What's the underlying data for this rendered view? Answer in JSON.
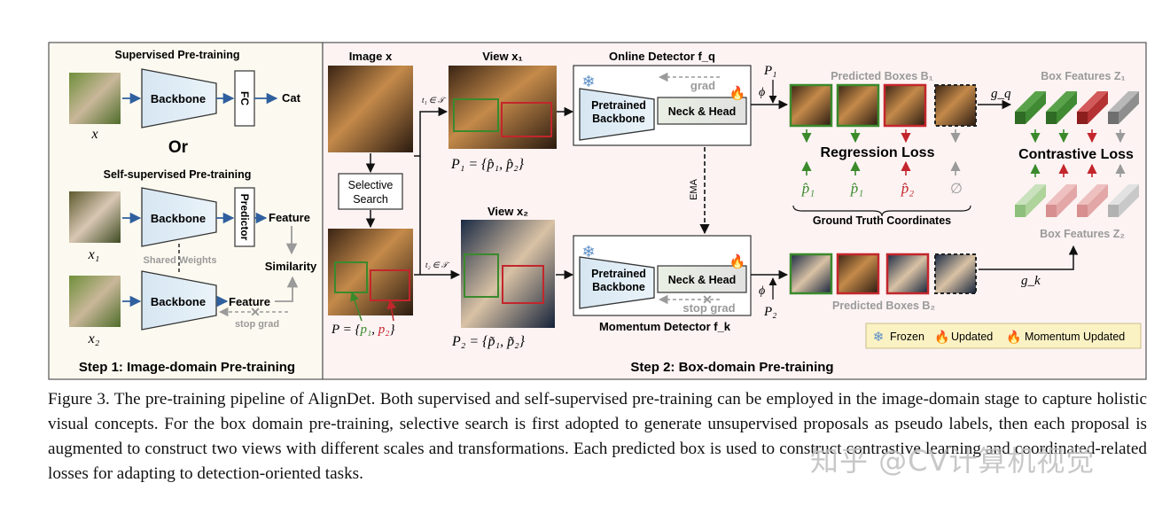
{
  "step1": {
    "title": "Step 1:  Image-domain Pre-training",
    "supervised_title": "Supervised Pre-training",
    "self_supervised_title": "Self-supervised Pre-training",
    "or": "Or",
    "backbone": "Backbone",
    "fc": "FC",
    "cat": "Cat",
    "predictor": "Predictor",
    "feature": "Feature",
    "similarity": "Similarity",
    "shared_weights": "Shared Weights",
    "stop_grad": "stop grad",
    "x": "x",
    "x1": "x₁",
    "x2": "x₂"
  },
  "step2": {
    "title": "Step 2:  Box-domain Pre-training",
    "image_label": "Image x",
    "selective_search": [
      "Selective",
      "Search"
    ],
    "proposals": "P = {p₁, p₂}",
    "p_prefix": "P = {",
    "p1": "p₁",
    "p2": "p₂",
    "view1": "View x₁",
    "view2": "View x₂",
    "t1": "t₁ ∈ 𝒯",
    "t2": "t₂ ∈ 𝒯",
    "p1_set": "P₁ = {p̂₁, p̂₂}",
    "p2_set": "P₂ = {p̃₁, p̃₂}",
    "online_detector": "Online Detector f_q",
    "momentum_detector": "Momentum Detector f_k",
    "pretrained_backbone": [
      "Pretrained",
      "Backbone"
    ],
    "neck_head": "Neck & Head",
    "grad": "grad",
    "stop_grad": "stop grad",
    "ema": "EMA",
    "phi": "ϕ",
    "P1": "P₁",
    "P2": "P₂",
    "predicted_boxes_b1": "Predicted Boxes B₁",
    "predicted_boxes_b2": "Predicted Boxes B₂",
    "regression_loss": "Regression Loss",
    "gt_coords": "Ground Truth Coordinates",
    "gt_symbols": [
      "p̂₁",
      "p̂₁",
      "p̂₂",
      "∅"
    ],
    "box_features_z1": "Box Features Z₁",
    "box_features_z2": "Box Features Z₂",
    "contrastive_loss": "Contrastive Loss",
    "gq": "g_q",
    "gk": "g_k"
  },
  "legend": {
    "frozen": "Frozen",
    "updated": "Updated",
    "momentum_updated": "Momentum Updated"
  },
  "colors": {
    "green": "#3a8a2c",
    "red": "#c3262c",
    "gray": "#8e8e8e",
    "panel1": "#fcfaf0",
    "panel2": "#fdf3f3"
  },
  "caption": "Figure 3. The pre-training pipeline of AlignDet. Both supervised and self-supervised pre-training can be employed in the image-domain stage to capture holistic visual concepts.  For the box domain pre-training, selective search is first adopted to generate unsupervised proposals as pseudo labels, then each proposal is augmented to construct two views with different scales and transformations. Each predicted box is used to construct contrastive learning and coordinated-related losses for adapting to detection-oriented tasks.",
  "watermark": "知乎 @CV计算机视觉"
}
